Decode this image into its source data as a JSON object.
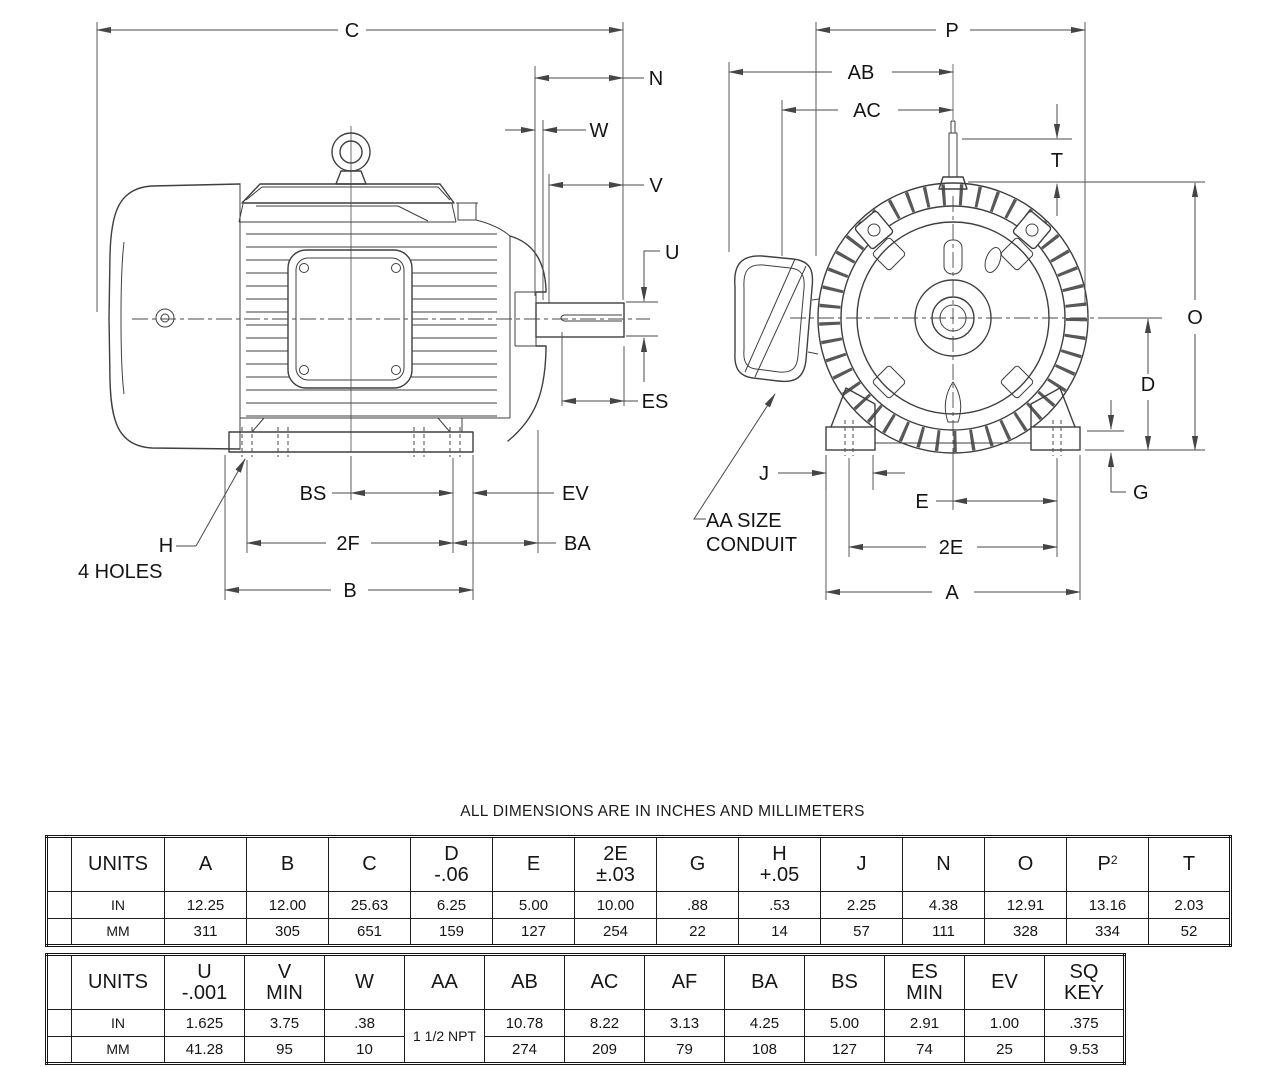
{
  "sheet": {
    "note": "ALL DIMENSIONS ARE IN INCHES AND MILLIMETERS"
  },
  "side_view": {
    "labels": {
      "c": "C",
      "n": "N",
      "w": "W",
      "v": "V",
      "u": "U",
      "es": "ES",
      "bs": "BS",
      "ev": "EV",
      "two_f": "2F",
      "ba": "BA",
      "b": "B",
      "h": "H",
      "four_holes": "4 HOLES"
    }
  },
  "end_view": {
    "labels": {
      "p": "P",
      "ab": "AB",
      "ac": "AC",
      "t": "T",
      "o": "O",
      "d": "D",
      "g": "G",
      "j": "J",
      "e": "E",
      "two_e": "2E",
      "a": "A",
      "aa_size_line1": "AA SIZE",
      "aa_size_line2": "CONDUIT"
    }
  },
  "table1": {
    "col_headers": {
      "units": "UNITS",
      "a": "A",
      "b": "B",
      "c": "C",
      "d": "D\n-.06",
      "e": "E",
      "two_e": "2E\n±.03",
      "g": "G",
      "h": "H\n+.05",
      "j": "J",
      "n": "N",
      "o": "O",
      "p": "P",
      "p_sup": "2",
      "t": "T"
    },
    "row_in": {
      "label": "IN",
      "a": "12.25",
      "b": "12.00",
      "c": "25.63",
      "d": "6.25",
      "e": "5.00",
      "two_e": "10.00",
      "g": ".88",
      "h": ".53",
      "j": "2.25",
      "n": "4.38",
      "o": "12.91",
      "p": "13.16",
      "t": "2.03"
    },
    "row_mm": {
      "label": "MM",
      "a": "311",
      "b": "305",
      "c": "651",
      "d": "159",
      "e": "127",
      "two_e": "254",
      "g": "22",
      "h": "14",
      "j": "57",
      "n": "111",
      "o": "328",
      "p": "334",
      "t": "52"
    }
  },
  "table2": {
    "col_headers": {
      "units": "UNITS",
      "u": "U\n-.001",
      "v": "V\nMIN",
      "w": "W",
      "aa": "AA",
      "ab": "AB",
      "ac": "AC",
      "af": "AF",
      "ba": "BA",
      "bs": "BS",
      "es": "ES\nMIN",
      "ev": "EV",
      "sq_key": "SQ\nKEY"
    },
    "aa_value": "1 1/2 NPT",
    "row_in": {
      "label": "IN",
      "u": "1.625",
      "v": "3.75",
      "w": ".38",
      "ab": "10.78",
      "ac": "8.22",
      "af": "3.13",
      "ba": "4.25",
      "bs": "5.00",
      "es": "2.91",
      "ev": "1.00",
      "sq_key": ".375"
    },
    "row_mm": {
      "label": "MM",
      "u": "41.28",
      "v": "95",
      "w": "10",
      "ab": "274",
      "ac": "209",
      "af": "79",
      "ba": "108",
      "bs": "127",
      "es": "74",
      "ev": "25",
      "sq_key": "9.53"
    }
  }
}
